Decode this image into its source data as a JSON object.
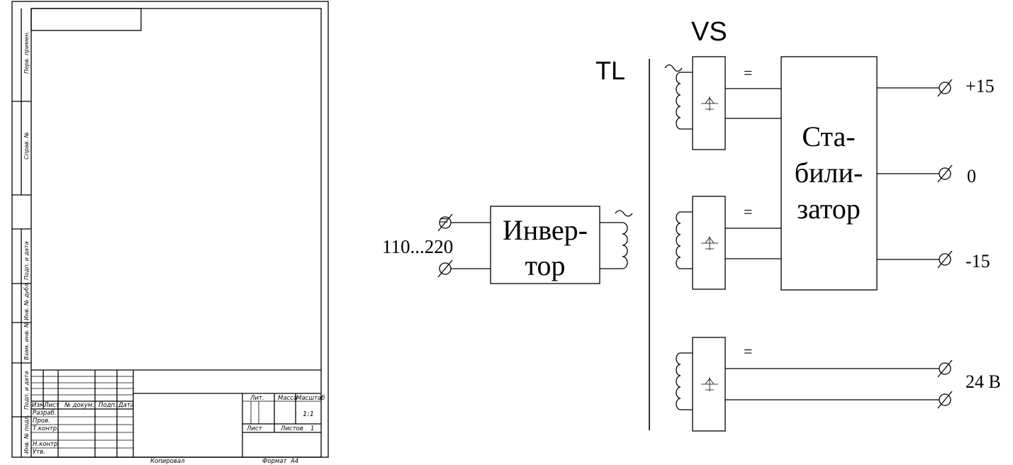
{
  "frame": {
    "side_labels": [
      "Перв. примен.",
      "Справ. №",
      "Подп. и дата",
      "Инв. № дубл.",
      "Взам. инв. №",
      "Подп. и дата",
      "Инв. № подл."
    ],
    "stamp_headers": [
      "Изм.",
      "Лист",
      "№ докум.",
      "Подп.",
      "Дата"
    ],
    "stamp_rows": [
      "Разраб.",
      "Пров.",
      "Т.контр.",
      "Н.контр.",
      "Утв."
    ],
    "stamp_lit": "Лит.",
    "stamp_mass": "Масса",
    "stamp_scale": "Масштаб",
    "stamp_scale_value": "1:1",
    "stamp_sheet": "Лист",
    "stamp_sheets": "Листов",
    "stamp_sheets_value": "1",
    "copied": "Копировал",
    "format": "Формат",
    "format_value": "A4"
  },
  "schematic": {
    "label_vs": "VS",
    "label_tl": "TL",
    "dc_symbol": "=",
    "ac_symbol": "~",
    "input_voltage": "110...220",
    "inverter_line1": "Инвер-",
    "inverter_line2": "тор",
    "stabilizer_line1": "Ста-",
    "stabilizer_line2": "били-",
    "stabilizer_line3": "затор",
    "out_plus15": "+15",
    "out_zero": "0",
    "out_minus15": "-15",
    "out_24v": "24 В"
  }
}
